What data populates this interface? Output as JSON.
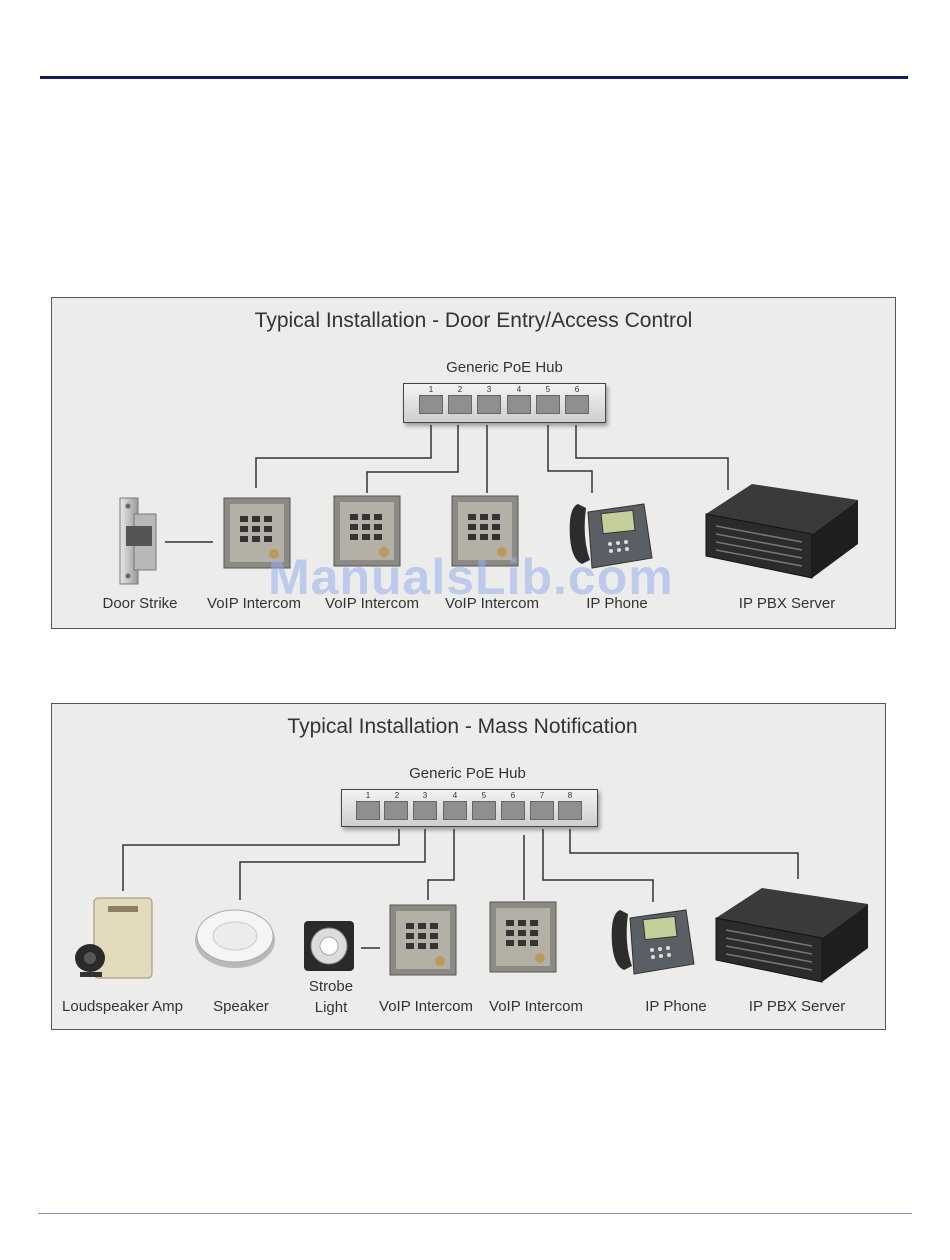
{
  "diagram1": {
    "title": "Typical Installation - Door Entry/Access Control",
    "hub_label": "Generic PoE Hub",
    "ports": [
      "1",
      "2",
      "3",
      "4",
      "5",
      "6"
    ],
    "devices": [
      "Door Strike",
      "VoIP Intercom",
      "VoIP Intercom",
      "VoIP Intercom",
      "IP Phone",
      "IP PBX Server"
    ]
  },
  "diagram2": {
    "title": "Typical Installation - Mass Notification",
    "hub_label": "Generic PoE Hub",
    "ports": [
      "1",
      "2",
      "3",
      "4",
      "5",
      "6",
      "7",
      "8"
    ],
    "devices": [
      "Loudspeaker Amp",
      "Speaker",
      "Strobe",
      "Light",
      "VoIP Intercom",
      "VoIP Intercom",
      "IP Phone",
      "IP PBX Server"
    ]
  },
  "watermark": "ManualsLib.com",
  "icons": {
    "door_strike": "door-strike-icon",
    "intercom": "intercom-icon",
    "phone": "ip-phone-icon",
    "server": "server-icon",
    "amp": "loudspeaker-amp-icon",
    "speaker": "speaker-icon",
    "strobe": "strobe-light-icon"
  }
}
